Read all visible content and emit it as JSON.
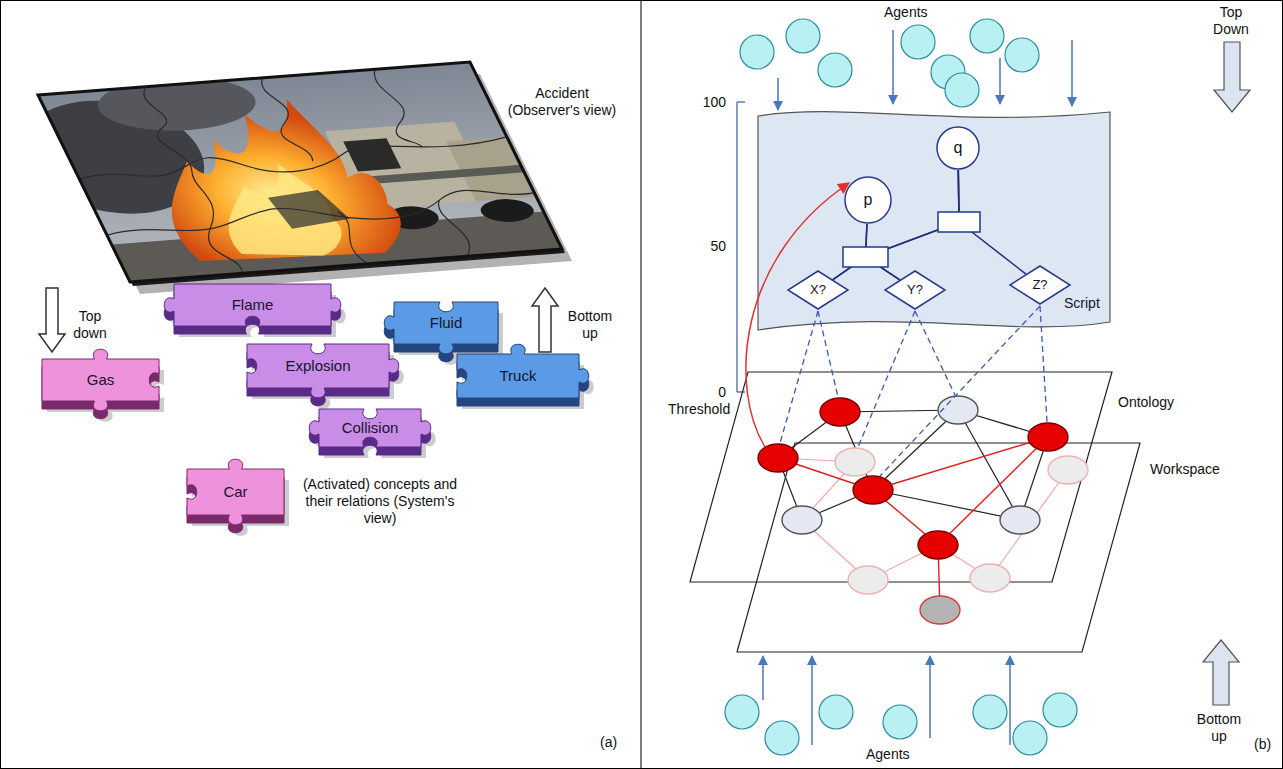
{
  "diagram": {
    "nodes": [
      {
        "text": [
          "Flame"
        ]
      },
      {
        "text": [
          "Gas"
        ]
      },
      {
        "text": [
          "Explosion"
        ]
      },
      {
        "text": [
          "Fluid"
        ]
      },
      {
        "text": [
          "Truck"
        ]
      },
      {
        "text": [
          "Car"
        ]
      },
      {
        "text": [
          "Collision"
        ]
      },
      {
        "text": [
          "Script"
        ]
      },
      {
        "text": [
          "p"
        ],
        "in": 7
      },
      {
        "text": [
          "q"
        ],
        "in": 7
      },
      {
        "text": [
          "X?"
        ],
        "in": 7
      },
      {
        "text": [
          "Y?"
        ],
        "in": 7
      },
      {
        "text": [
          "Z?"
        ],
        "in": 7
      }
    ],
    "edges": [
      {
        "from": 8,
        "to": 10,
        "arrow": "none"
      },
      {
        "from": 8,
        "to": 11,
        "arrow": "none"
      },
      {
        "from": 9,
        "to": 12,
        "arrow": "none"
      },
      {
        "from": 9,
        "to": 10,
        "arrow": "none"
      },
      {
        "from": 9,
        "to": 11,
        "arrow": "none"
      }
    ],
    "labels": [
      "Accident (Observer's view)",
      "Top down",
      "Bottom up",
      "(Activated) concepts and their relations (System's view)",
      "(a)",
      "Agents",
      "Top Down",
      "100",
      "50",
      "0",
      "Threshold",
      "Ontology",
      "Workspace",
      "Agents",
      "Bottom up",
      "(b)"
    ]
  }
}
